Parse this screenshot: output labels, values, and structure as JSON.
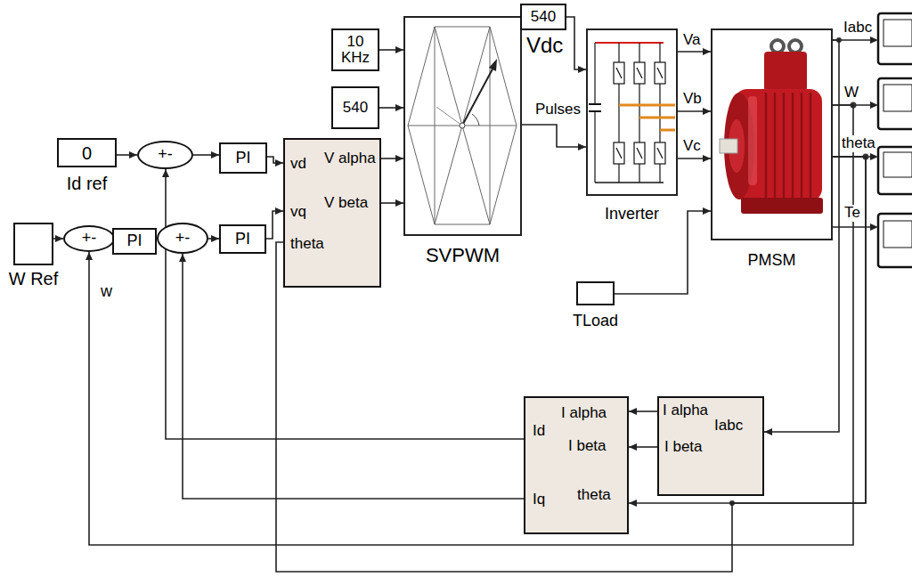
{
  "diagram": {
    "nodes": [
      {
        "text": [
          "0",
          "Id ref"
        ]
      },
      {
        "text": [
          "+-"
        ]
      },
      {
        "text": [
          "PI"
        ]
      },
      {
        "text": [
          "vd",
          "V alpha",
          "V beta",
          "vq",
          "theta"
        ]
      },
      {
        "text": [
          "W Ref"
        ]
      },
      {
        "text": [
          "+-"
        ]
      },
      {
        "text": [
          "PI"
        ]
      },
      {
        "text": [
          "+-"
        ]
      },
      {
        "text": [
          "PI"
        ]
      },
      {
        "text": [
          "10 KHz"
        ]
      },
      {
        "text": [
          "540"
        ]
      },
      {
        "text": [
          "SVPWM"
        ]
      },
      {
        "text": [
          "540"
        ]
      },
      {
        "text": [
          "Inverter"
        ]
      },
      {
        "text": [
          "PMSM"
        ]
      },
      {
        "text": [
          "TLoad"
        ]
      },
      {
        "text": [
          "I alpha",
          "Id",
          "I beta",
          "theta",
          "Iq"
        ]
      },
      {
        "text": [
          "I alpha",
          "Iabc",
          "I beta"
        ]
      }
    ],
    "edges": [
      {
        "from": 0,
        "to": 1,
        "arrow": "to"
      },
      {
        "from": 1,
        "to": 2,
        "arrow": "to"
      },
      {
        "from": 2,
        "to": 3,
        "arrow": "to"
      },
      {
        "from": 4,
        "to": 5,
        "arrow": "to"
      },
      {
        "from": 5,
        "to": 6,
        "arrow": "to"
      },
      {
        "from": 6,
        "to": 7,
        "arrow": "to"
      },
      {
        "from": 7,
        "to": 8,
        "arrow": "to"
      },
      {
        "from": 8,
        "to": 3,
        "arrow": "to"
      },
      {
        "from": 9,
        "to": 11,
        "arrow": "to"
      },
      {
        "from": 10,
        "to": 11,
        "arrow": "to"
      },
      {
        "from": 3,
        "to": 11,
        "arrow": "to"
      },
      {
        "from": 3,
        "to": 11,
        "arrow": "to"
      },
      {
        "from": 12,
        "to": 13,
        "arrow": "to"
      },
      {
        "from": 11,
        "to": 13,
        "label": "Pulses",
        "arrow": "to"
      },
      {
        "from": 13,
        "to": 14,
        "label": "Va",
        "arrow": "to"
      },
      {
        "from": 13,
        "to": 14,
        "label": "Vb",
        "arrow": "to"
      },
      {
        "from": 13,
        "to": 14,
        "label": "Vc",
        "arrow": "to"
      },
      {
        "from": 15,
        "to": 14,
        "arrow": "to"
      },
      {
        "from": 14,
        "to": 17,
        "arrow": "to"
      },
      {
        "from": 17,
        "to": 16,
        "arrow": "to"
      },
      {
        "from": 17,
        "to": 16,
        "arrow": "to"
      },
      {
        "from": 14,
        "to": 16,
        "arrow": "to"
      },
      {
        "from": 16,
        "to": 1,
        "arrow": "to"
      },
      {
        "from": 16,
        "to": 7,
        "arrow": "to"
      },
      {
        "from": 14,
        "to": 5,
        "arrow": "to"
      },
      {
        "from": 14,
        "to": 3,
        "arrow": "none"
      }
    ],
    "labels": [
      "Vdc",
      "w",
      "Iabc",
      "W",
      "theta",
      "Te"
    ]
  }
}
